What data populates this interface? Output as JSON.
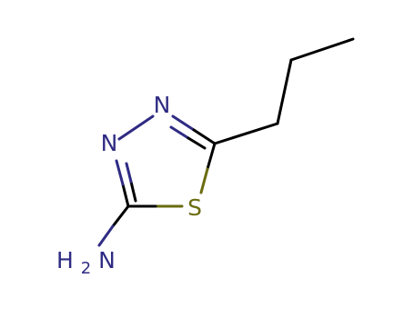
{
  "structure": {
    "atoms": {
      "n1": {
        "symbol": "N",
        "color": "#2f2b84"
      },
      "n2": {
        "symbol": "N",
        "color": "#2f2b84"
      },
      "s1": {
        "symbol": "S",
        "color": "#6b6b10"
      },
      "amine": {
        "symbol": "H",
        "subscript": "2",
        "suffix": "N",
        "color": "#2f2b84"
      }
    },
    "bond_colors": {
      "carbon": "#000000",
      "nitrogen": "#2f2b84",
      "sulfur": "#6b6b10"
    }
  }
}
